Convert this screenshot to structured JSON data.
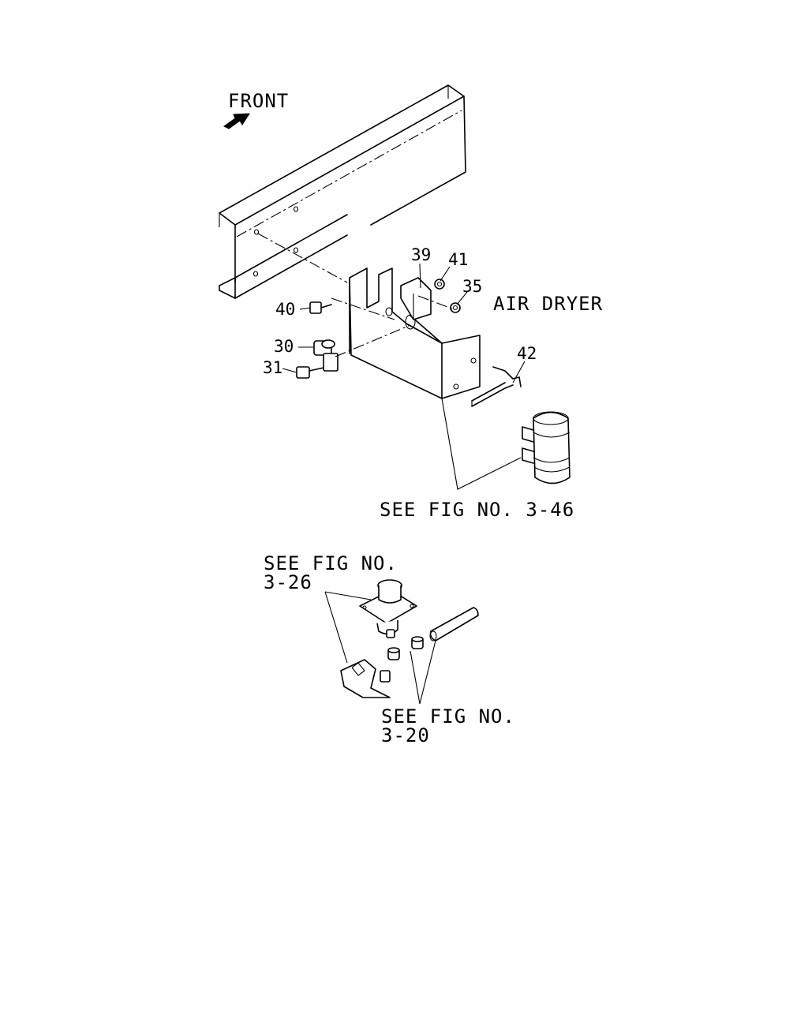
{
  "labels": {
    "front": "FRONT",
    "air_dryer": "AIR DRYER",
    "see_fig_3_46": "SEE FIG NO. 3-46",
    "see_fig_3_26_line1": "SEE FIG NO.",
    "see_fig_3_26_line2": "3-26",
    "see_fig_3_20_line1": "SEE FIG NO.",
    "see_fig_3_20_line2": "3-20"
  },
  "callouts": {
    "c39": "39",
    "c41": "41",
    "c35": "35",
    "c40": "40",
    "c30": "30",
    "c31": "31",
    "c42": "42"
  }
}
